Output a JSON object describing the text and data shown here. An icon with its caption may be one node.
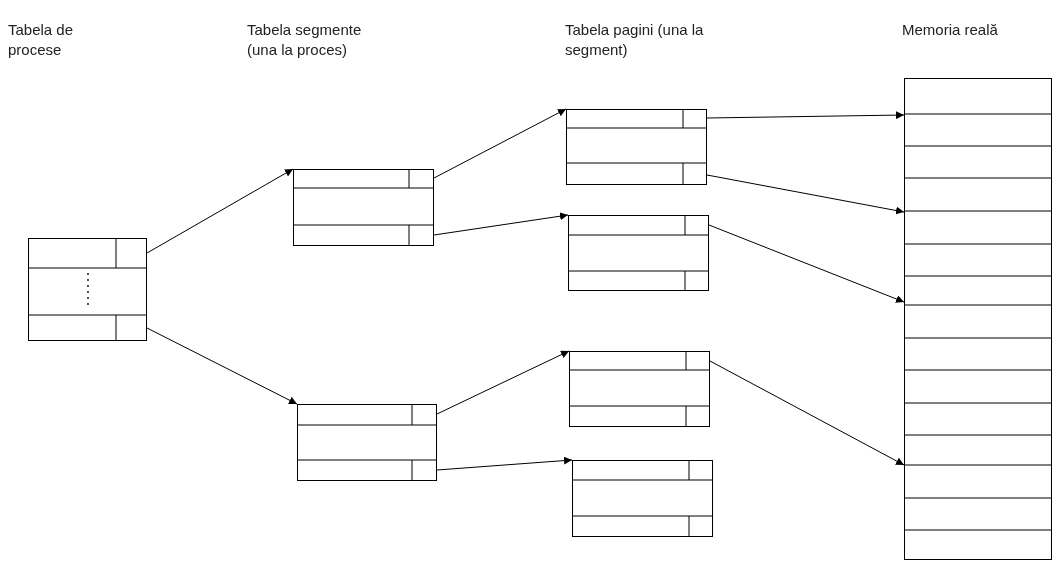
{
  "diagram": {
    "nodes": [
      {
        "text": [],
        "shape": "box"
      },
      {
        "text": [],
        "shape": "box"
      },
      {
        "text": [],
        "shape": "box"
      },
      {
        "text": [],
        "shape": "box"
      },
      {
        "text": [],
        "shape": "box"
      },
      {
        "text": [],
        "shape": "box"
      },
      {
        "text": [],
        "shape": "box"
      },
      {
        "text": [],
        "shape": "box"
      }
    ],
    "edges": [
      {
        "from": 0,
        "to": 1,
        "arrow": "to"
      },
      {
        "from": 0,
        "to": 2,
        "arrow": "to"
      },
      {
        "from": 1,
        "to": 3,
        "arrow": "to"
      },
      {
        "from": 1,
        "to": 4,
        "arrow": "to"
      },
      {
        "from": 2,
        "to": 5,
        "arrow": "to"
      },
      {
        "from": 2,
        "to": 6,
        "arrow": "to"
      },
      {
        "from": 3,
        "to": 7,
        "arrow": "to"
      },
      {
        "from": 3,
        "to": 7,
        "arrow": "to"
      },
      {
        "from": 4,
        "to": 7,
        "arrow": "to"
      },
      {
        "from": 5,
        "to": 7,
        "arrow": "to"
      }
    ],
    "labels": [
      "Tabela de procese",
      "Tabela segmente (una la proces)",
      "Tabela pagini (una la segment)",
      "Memoria reală"
    ]
  }
}
